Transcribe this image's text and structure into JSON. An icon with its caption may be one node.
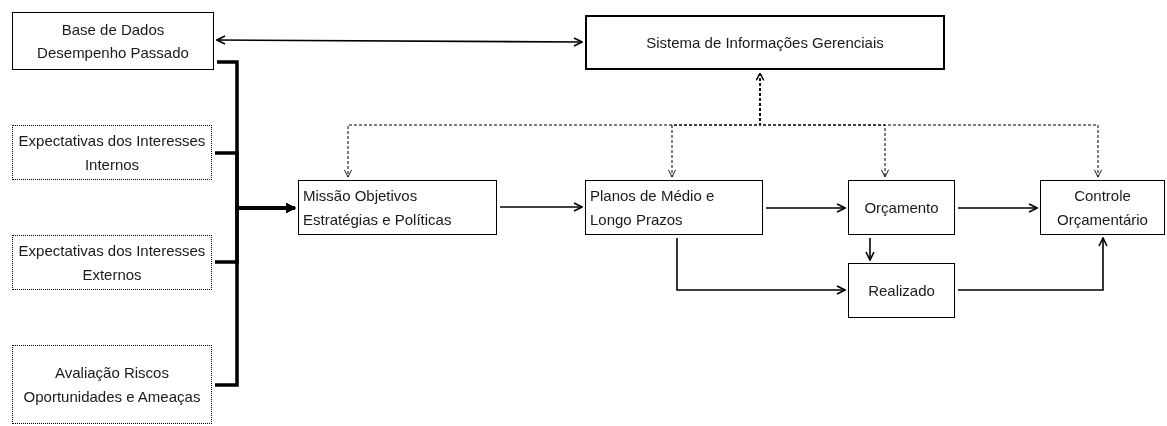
{
  "diagram": {
    "nodes": [
      {
        "text": [
          "Base de Dados Desempenho Passado"
        ]
      },
      {
        "text": [
          "Expectativas dos Interesses Internos"
        ]
      },
      {
        "text": [
          "Expectativas dos Interesses Externos"
        ]
      },
      {
        "text": [
          "Avaliação Riscos Oportunidades e Ameaças"
        ]
      },
      {
        "text": [
          "Sistema de Informações Gerenciais"
        ]
      },
      {
        "text": [
          "Missão Objetivos Estratégias e Políticas"
        ]
      },
      {
        "text": [
          "Planos de Médio e Longo Prazos"
        ]
      },
      {
        "text": [
          "Orçamento"
        ]
      },
      {
        "text": [
          "Controle Orçamentário"
        ]
      },
      {
        "text": [
          "Realizado"
        ]
      }
    ],
    "edges": [
      {
        "from": 0,
        "to": 4,
        "arrow": "both"
      },
      {
        "from": 0,
        "to": 5,
        "arrow": "to",
        "style": "thick"
      },
      {
        "from": 1,
        "to": 5,
        "arrow": "to",
        "style": "thick"
      },
      {
        "from": 2,
        "to": 5,
        "arrow": "to",
        "style": "thick"
      },
      {
        "from": 3,
        "to": 5,
        "arrow": "to",
        "style": "thick"
      },
      {
        "from": 4,
        "to": 5,
        "arrow": "both",
        "style": "dashed"
      },
      {
        "from": 4,
        "to": 6,
        "arrow": "both",
        "style": "dashed"
      },
      {
        "from": 4,
        "to": 7,
        "arrow": "both",
        "style": "dashed"
      },
      {
        "from": 4,
        "to": 8,
        "arrow": "both",
        "style": "dashed"
      },
      {
        "from": 5,
        "to": 6,
        "arrow": "to"
      },
      {
        "from": 6,
        "to": 7,
        "arrow": "to"
      },
      {
        "from": 7,
        "to": 8,
        "arrow": "to"
      },
      {
        "from": 7,
        "to": 9,
        "arrow": "to"
      },
      {
        "from": 6,
        "to": 9,
        "arrow": "to"
      },
      {
        "from": 9,
        "to": 8,
        "arrow": "to"
      }
    ]
  }
}
